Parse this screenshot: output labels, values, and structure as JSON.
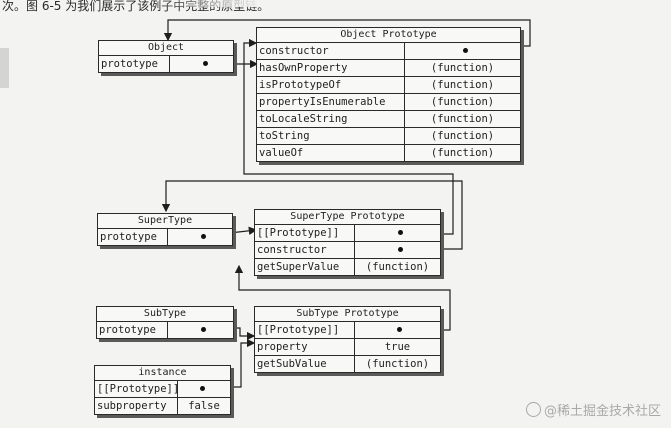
{
  "header_text": "次。图 6-5 为我们展示了该例子中完整的原型链。",
  "watermark": "@稀土掘金技术社区",
  "object_box": {
    "title": "Object",
    "rows": [
      {
        "key": "prototype",
        "value": ""
      }
    ]
  },
  "object_prototype_box": {
    "title": "Object Prototype",
    "rows": [
      {
        "key": "constructor",
        "value": ""
      },
      {
        "key": "hasOwnProperty",
        "value": "(function)"
      },
      {
        "key": "isPrototypeOf",
        "value": "(function)"
      },
      {
        "key": "propertyIsEnumerable",
        "value": "(function)"
      },
      {
        "key": "toLocaleString",
        "value": "(function)"
      },
      {
        "key": "toString",
        "value": "(function)"
      },
      {
        "key": "valueOf",
        "value": "(function)"
      }
    ]
  },
  "supertype_box": {
    "title": "SuperType",
    "rows": [
      {
        "key": "prototype",
        "value": ""
      }
    ]
  },
  "supertype_prototype_box": {
    "title": "SuperType Prototype",
    "rows": [
      {
        "key": "[[Prototype]]",
        "value": ""
      },
      {
        "key": "constructor",
        "value": ""
      },
      {
        "key": "getSuperValue",
        "value": "(function)"
      }
    ]
  },
  "subtype_box": {
    "title": "SubType",
    "rows": [
      {
        "key": "prototype",
        "value": ""
      }
    ]
  },
  "subtype_prototype_box": {
    "title": "SubType Prototype",
    "rows": [
      {
        "key": "[[Prototype]]",
        "value": ""
      },
      {
        "key": "property",
        "value": "true"
      },
      {
        "key": "getSubValue",
        "value": "(function)"
      }
    ]
  },
  "instance_box": {
    "title": "instance",
    "rows": [
      {
        "key": "[[Prototype]]",
        "value": ""
      },
      {
        "key": "subproperty",
        "value": "false"
      }
    ]
  }
}
